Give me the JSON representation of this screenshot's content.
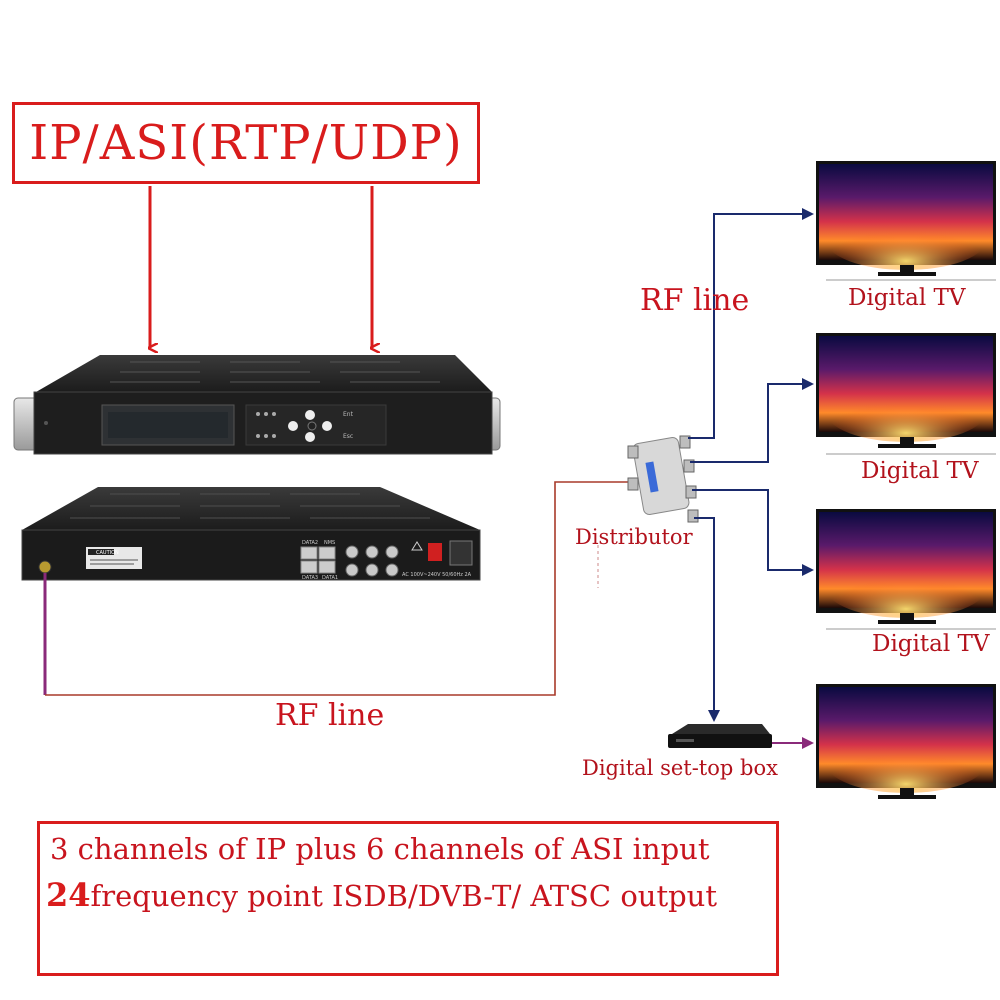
{
  "title": "IP/ASI(RTP/UDP)",
  "rf_line_top": "RF line",
  "rf_line_bottom": "RF line",
  "distributor_label": "Distributor",
  "stb_label": "Digital set-top box",
  "tvs": [
    {
      "label": "Digital TV"
    },
    {
      "label": "Digital TV"
    },
    {
      "label": "Digital TV"
    }
  ],
  "description": {
    "line1": "3 channels of IP plus 6 channels of ASI input",
    "line2_number": "24",
    "line2_text": "frequency point ISDB/DVB-T/ ATSC output"
  },
  "device_front": {
    "labels": [
      "Ent",
      "Esc"
    ]
  },
  "device_back": {
    "caution": "CAUTION",
    "data_labels": [
      "DATA2",
      "NMS",
      "DATA3",
      "DATA1"
    ],
    "power_label": "AC 100V~240V 50/60Hz 2A"
  },
  "colors": {
    "red": "#d91c1c",
    "arrow_blue": "#1a2a6c",
    "rf_brown": "#a83a2a",
    "purple": "#8a2a7a"
  }
}
